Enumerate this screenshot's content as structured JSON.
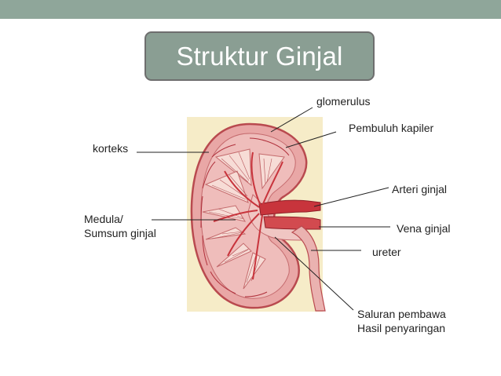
{
  "slide": {
    "title": "Struktur Ginjal"
  },
  "labels": {
    "glomerulus": "glomerulus",
    "pembuluh_kapiler": "Pembuluh kapiler",
    "korteks": "korteks",
    "arteri_ginjal": "Arteri ginjal",
    "medula_line1": "Medula/",
    "medula_line2": "Sumsum ginjal",
    "vena_ginjal": "Vena ginjal",
    "ureter": "ureter",
    "saluran_line1": "Saluran pembawa",
    "saluran_line2": "Hasil penyaringan"
  },
  "colors": {
    "top_bar": "#8fa69a",
    "title_box": "#8a9e93",
    "image_background": "#f6ecc8",
    "kidney_tissue": "#e7a9a6",
    "kidney_outline": "#b94a4f",
    "vessel_red": "#c8343c",
    "leader_lines": "#222222"
  }
}
